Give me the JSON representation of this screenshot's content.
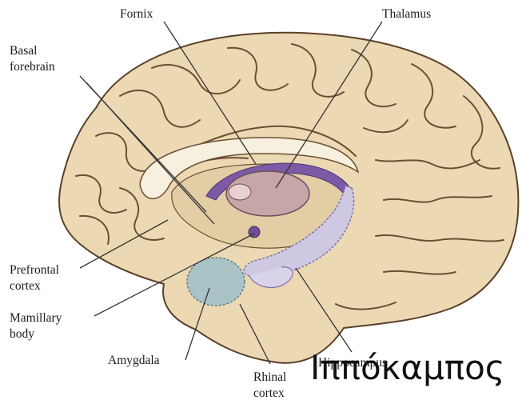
{
  "diagram": {
    "labels": {
      "fornix": "Fornix",
      "thalamus": "Thalamus",
      "basal_forebrain_1": "Basal",
      "basal_forebrain_2": "forebrain",
      "prefrontal_1": "Prefrontal",
      "prefrontal_2": "cortex",
      "mamillary_1": "Mamillary",
      "mamillary_2": "body",
      "amygdala": "Amygdala",
      "rhinal_1": "Rhinal",
      "rhinal_2": "cortex",
      "hippocampus": "Hippocampus"
    },
    "overlay_caption": "Ιππόκαμπος",
    "colors": {
      "cortex_fill": "#ecd9b4",
      "sulci": "#6b4e33",
      "corpus_callosum": "#f7f0df",
      "fornix": "#7c5aa6",
      "thalamus": "#c7a6a8",
      "hippocampus": "#cfc8e2",
      "amygdala": "#a9c3c7",
      "mamillary": "#6d4f93",
      "leader_lines": "#333333"
    }
  }
}
